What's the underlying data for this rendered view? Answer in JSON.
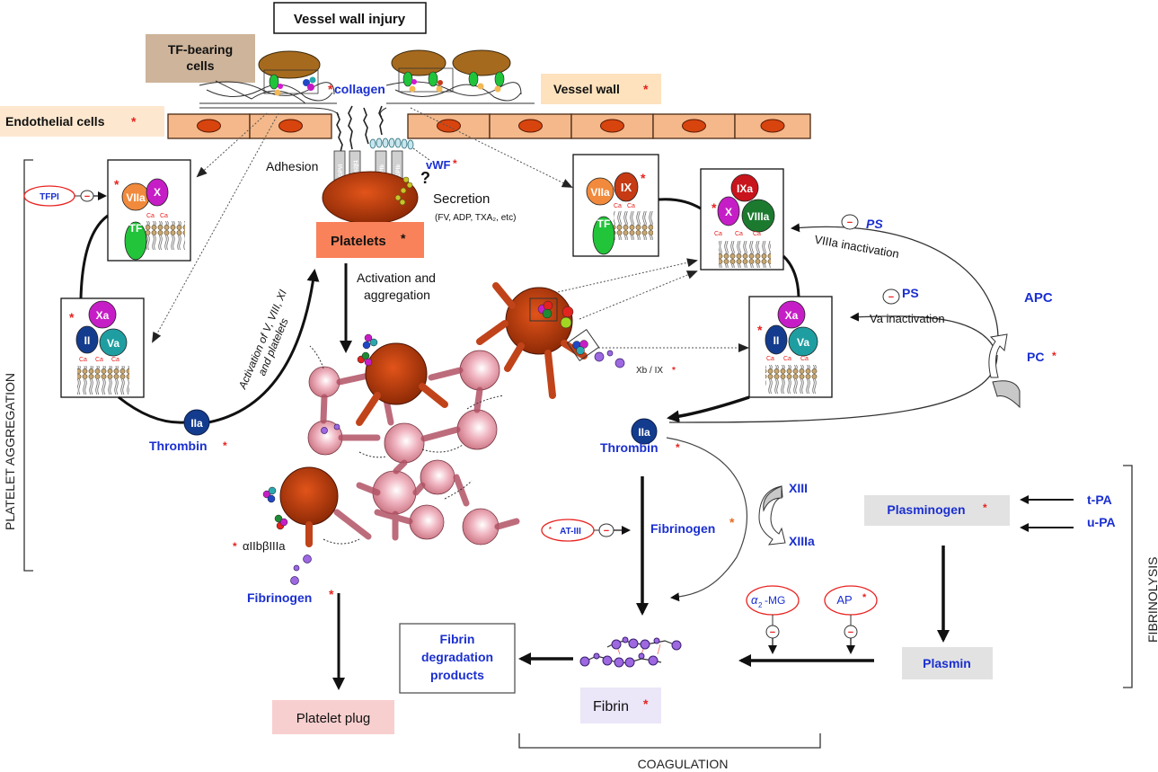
{
  "title": "Vessel wall injury",
  "top": {
    "tf_bearing_cells": [
      "TF-bearing",
      "cells"
    ],
    "collagen": "collagen",
    "vessel_wall": "Vessel wall",
    "endothelial_cells": "Endothelial cells",
    "vwf": "vWF",
    "adhesion": "Adhesion",
    "receptors": [
      "GPVI",
      "α2β1",
      "GPIb",
      "GPIb"
    ],
    "secretion": "Secretion",
    "secretion_detail": "(FV, ADP, TXA₂, etc)",
    "platelets": "Platelets",
    "activation_aggregation": [
      "Activation and",
      "aggregation"
    ]
  },
  "left_cycle": {
    "tfpi": "TFPI",
    "complex_extrinsic": [
      "VIIa",
      "X",
      "TF"
    ],
    "complex_prothrombinase": [
      "Xa",
      "II",
      "Va"
    ],
    "calcium": "Ca",
    "activation_text": [
      "Activation of V, VIII, XI",
      "and platelets"
    ],
    "thrombin_symbol": "IIa",
    "thrombin": "Thrombin"
  },
  "right_cycle": {
    "complex_extrinsic": [
      "VIIa",
      "IX",
      "TF"
    ],
    "complex_tenase": [
      "IXa",
      "X",
      "VIIIa"
    ],
    "complex_prothrombinase": [
      "Xa",
      "II",
      "Va"
    ],
    "xb_ix": "Xb / IX",
    "ps": "PS",
    "viiia_inactivation": "VIIIa inactivation",
    "va_inactivation": "Va inactivation",
    "apc": "APC",
    "pc": "PC",
    "thrombin_symbol": "IIa",
    "thrombin": "Thrombin"
  },
  "aggregate": {
    "integrin": "αIIbβIIIa",
    "fibrinogen": "Fibrinogen",
    "platelet_plug": "Platelet plug"
  },
  "coagulation": {
    "at3": "AT-III",
    "fibrinogen": "Fibrinogen",
    "xiii": "XIII",
    "xiiia": "XIIIa",
    "fibrin": "Fibrin",
    "fdp": [
      "Fibrin",
      "degradation",
      "products"
    ],
    "a2mg": "-MG",
    "a2mg_prefix": "α",
    "a2mg_sub": "2",
    "ap": "AP"
  },
  "fibrinolysis": {
    "plasminogen": "Plasminogen",
    "plasmin": "Plasmin",
    "tpa": "t-PA",
    "upa": "u-PA"
  },
  "brackets": {
    "platelet_aggregation": "PLATELET AGGREGATION",
    "coagulation": "COAGULATION",
    "fibrinolysis": "FIBRINOLYSIS"
  },
  "asterisk": "*",
  "minus": "−",
  "colors": {
    "label_blue": "#1a2fd0",
    "asterisk_red": "#e8221f",
    "platelet_brown": "#b83a0c",
    "tf_cell_box": "#cdb49a",
    "vessel_wall_box": "#fde2bd",
    "endothelial_box": "#fde8cf",
    "platelets_box": "#f9825a",
    "platelet_plug_box": "#f8cfcf",
    "fibrin_box": "#ebe6f8",
    "plasmin_box": "#e2e2e2"
  }
}
